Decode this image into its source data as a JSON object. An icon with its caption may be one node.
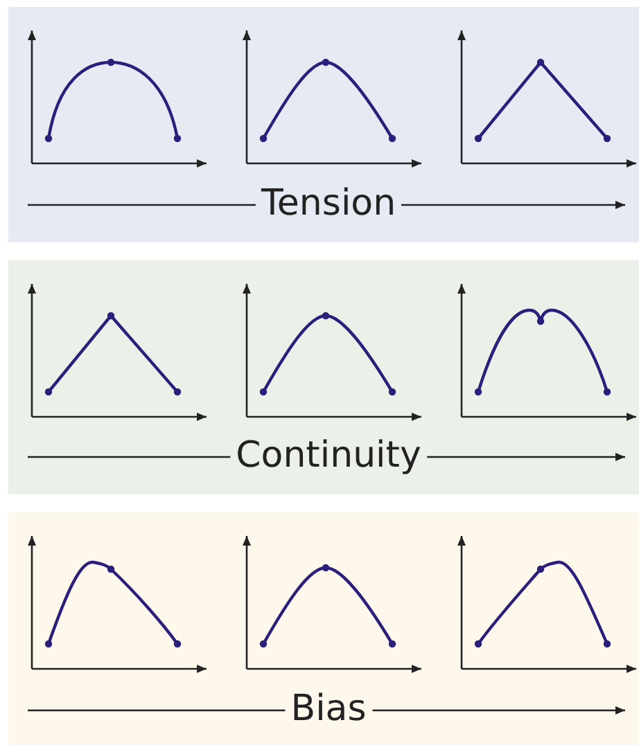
{
  "diagram": {
    "nodes": [
      {
        "text": [
          "Tension"
        ]
      },
      {
        "text": [
          "Continuity"
        ]
      },
      {
        "text": [
          "Bias"
        ]
      }
    ]
  }
}
